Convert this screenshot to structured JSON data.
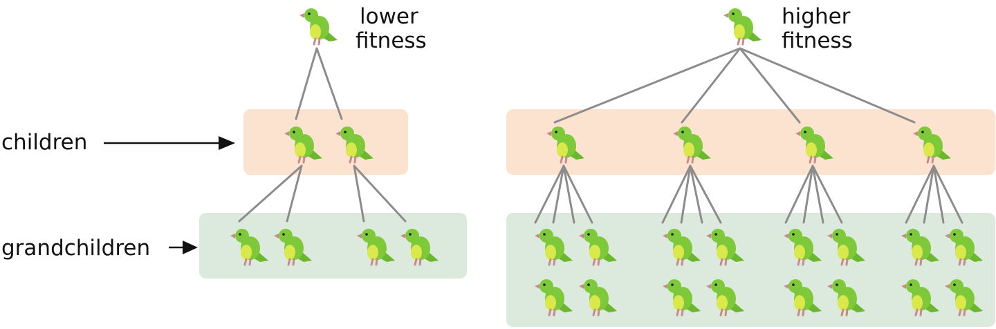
{
  "labels": {
    "lower_fitness_line1": "lower",
    "lower_fitness_line2": "fitness",
    "higher_fitness_line1": "higher",
    "higher_fitness_line2": "fitness",
    "children": "children",
    "grandchildren": "grandchildren"
  },
  "tree_lower": {
    "children_count": 2,
    "grandchildren_per_child": 2
  },
  "tree_higher": {
    "children_count": 4,
    "grandchildren_per_child": 4
  },
  "colors": {
    "children_band": "#fbe3cf",
    "grandchildren_band": "#dce9dd",
    "link": "#8c8c8c",
    "bird_body": "#7ec93a",
    "bird_belly": "#d9e84a",
    "bird_beak": "#c98a8a"
  },
  "icon": "bird-icon"
}
